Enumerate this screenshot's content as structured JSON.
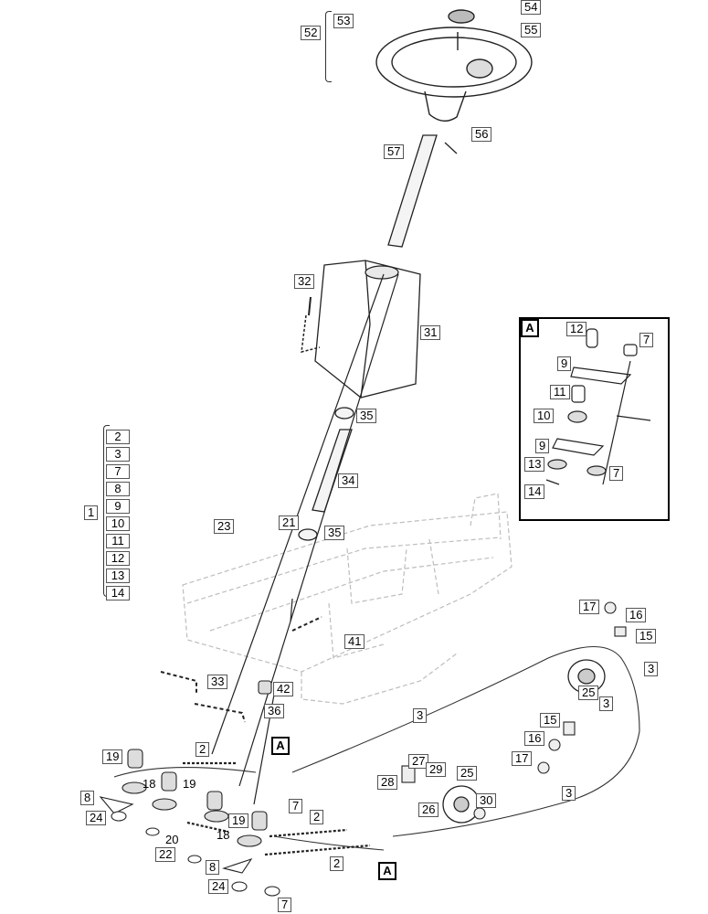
{
  "diagram": {
    "inset_callout": "A",
    "main_callouts": [
      "A",
      "A"
    ],
    "kit_group": {
      "parent": "1",
      "members": [
        "2",
        "3",
        "7",
        "8",
        "9",
        "10",
        "11",
        "12",
        "13",
        "14"
      ]
    },
    "steering_wheel_group": {
      "parent": "52",
      "members": [
        "53",
        "54",
        "55"
      ]
    },
    "labels": {
      "p57": "57",
      "p56": "56",
      "p32": "32",
      "p31": "31",
      "p35a": "35",
      "p34": "34",
      "p35b": "35",
      "p23": "23",
      "p21": "21",
      "p41": "41",
      "p33": "33",
      "p42": "42",
      "p36": "36",
      "p19a": "19",
      "p2a": "2",
      "p18a": "18",
      "p19b": "19",
      "p8a": "8",
      "p24a": "24",
      "p19c": "19",
      "p7a": "7",
      "p2b": "2",
      "p18b": "18",
      "p20": "20",
      "p22": "22",
      "p2c": "2",
      "p8b": "8",
      "p24b": "24",
      "p7b": "7",
      "p3a": "3",
      "p3b": "3",
      "p3c": "3",
      "p3d": "3",
      "p25a": "25",
      "p17a": "17",
      "p16a": "16",
      "p15a": "15",
      "p15b": "15",
      "p16b": "16",
      "p17b": "17",
      "p27": "27",
      "p28": "28",
      "p29": "29",
      "p26": "26",
      "p25b": "25",
      "p30": "30"
    },
    "inset_labels": {
      "p12": "12",
      "p7c": "7",
      "p9a": "9",
      "p11": "11",
      "p10": "10",
      "p9b": "9",
      "p13": "13",
      "p7d": "7",
      "p14": "14"
    }
  }
}
